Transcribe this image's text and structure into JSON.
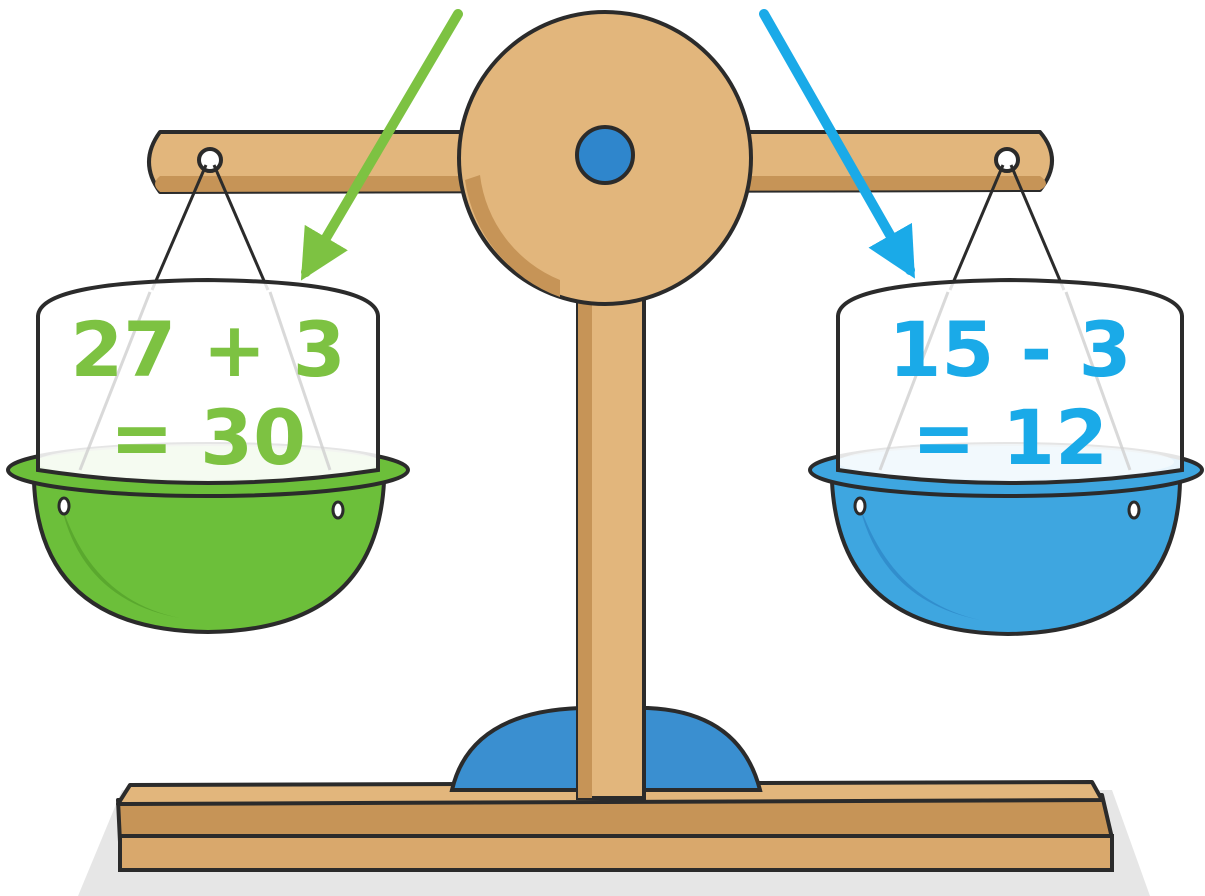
{
  "left_pan": {
    "line1": "27 + 3",
    "line2": "= 30",
    "color": "#7dc242",
    "bowl_color": "#6cbf3a",
    "bowl_shadow": "#4f9a26"
  },
  "right_pan": {
    "line1": "15 - 3",
    "line2": "= 12",
    "color": "#1aaae8",
    "bowl_color": "#3ea6e0",
    "bowl_shadow": "#2a7fbf"
  },
  "colors": {
    "wood": "#e2b67c",
    "wood_dark": "#c69457",
    "outline": "#2b2b2b",
    "base_dome": "#3a8fd0",
    "pivot": "#2f86cc",
    "floor_shadow": "#e6e6e6"
  }
}
